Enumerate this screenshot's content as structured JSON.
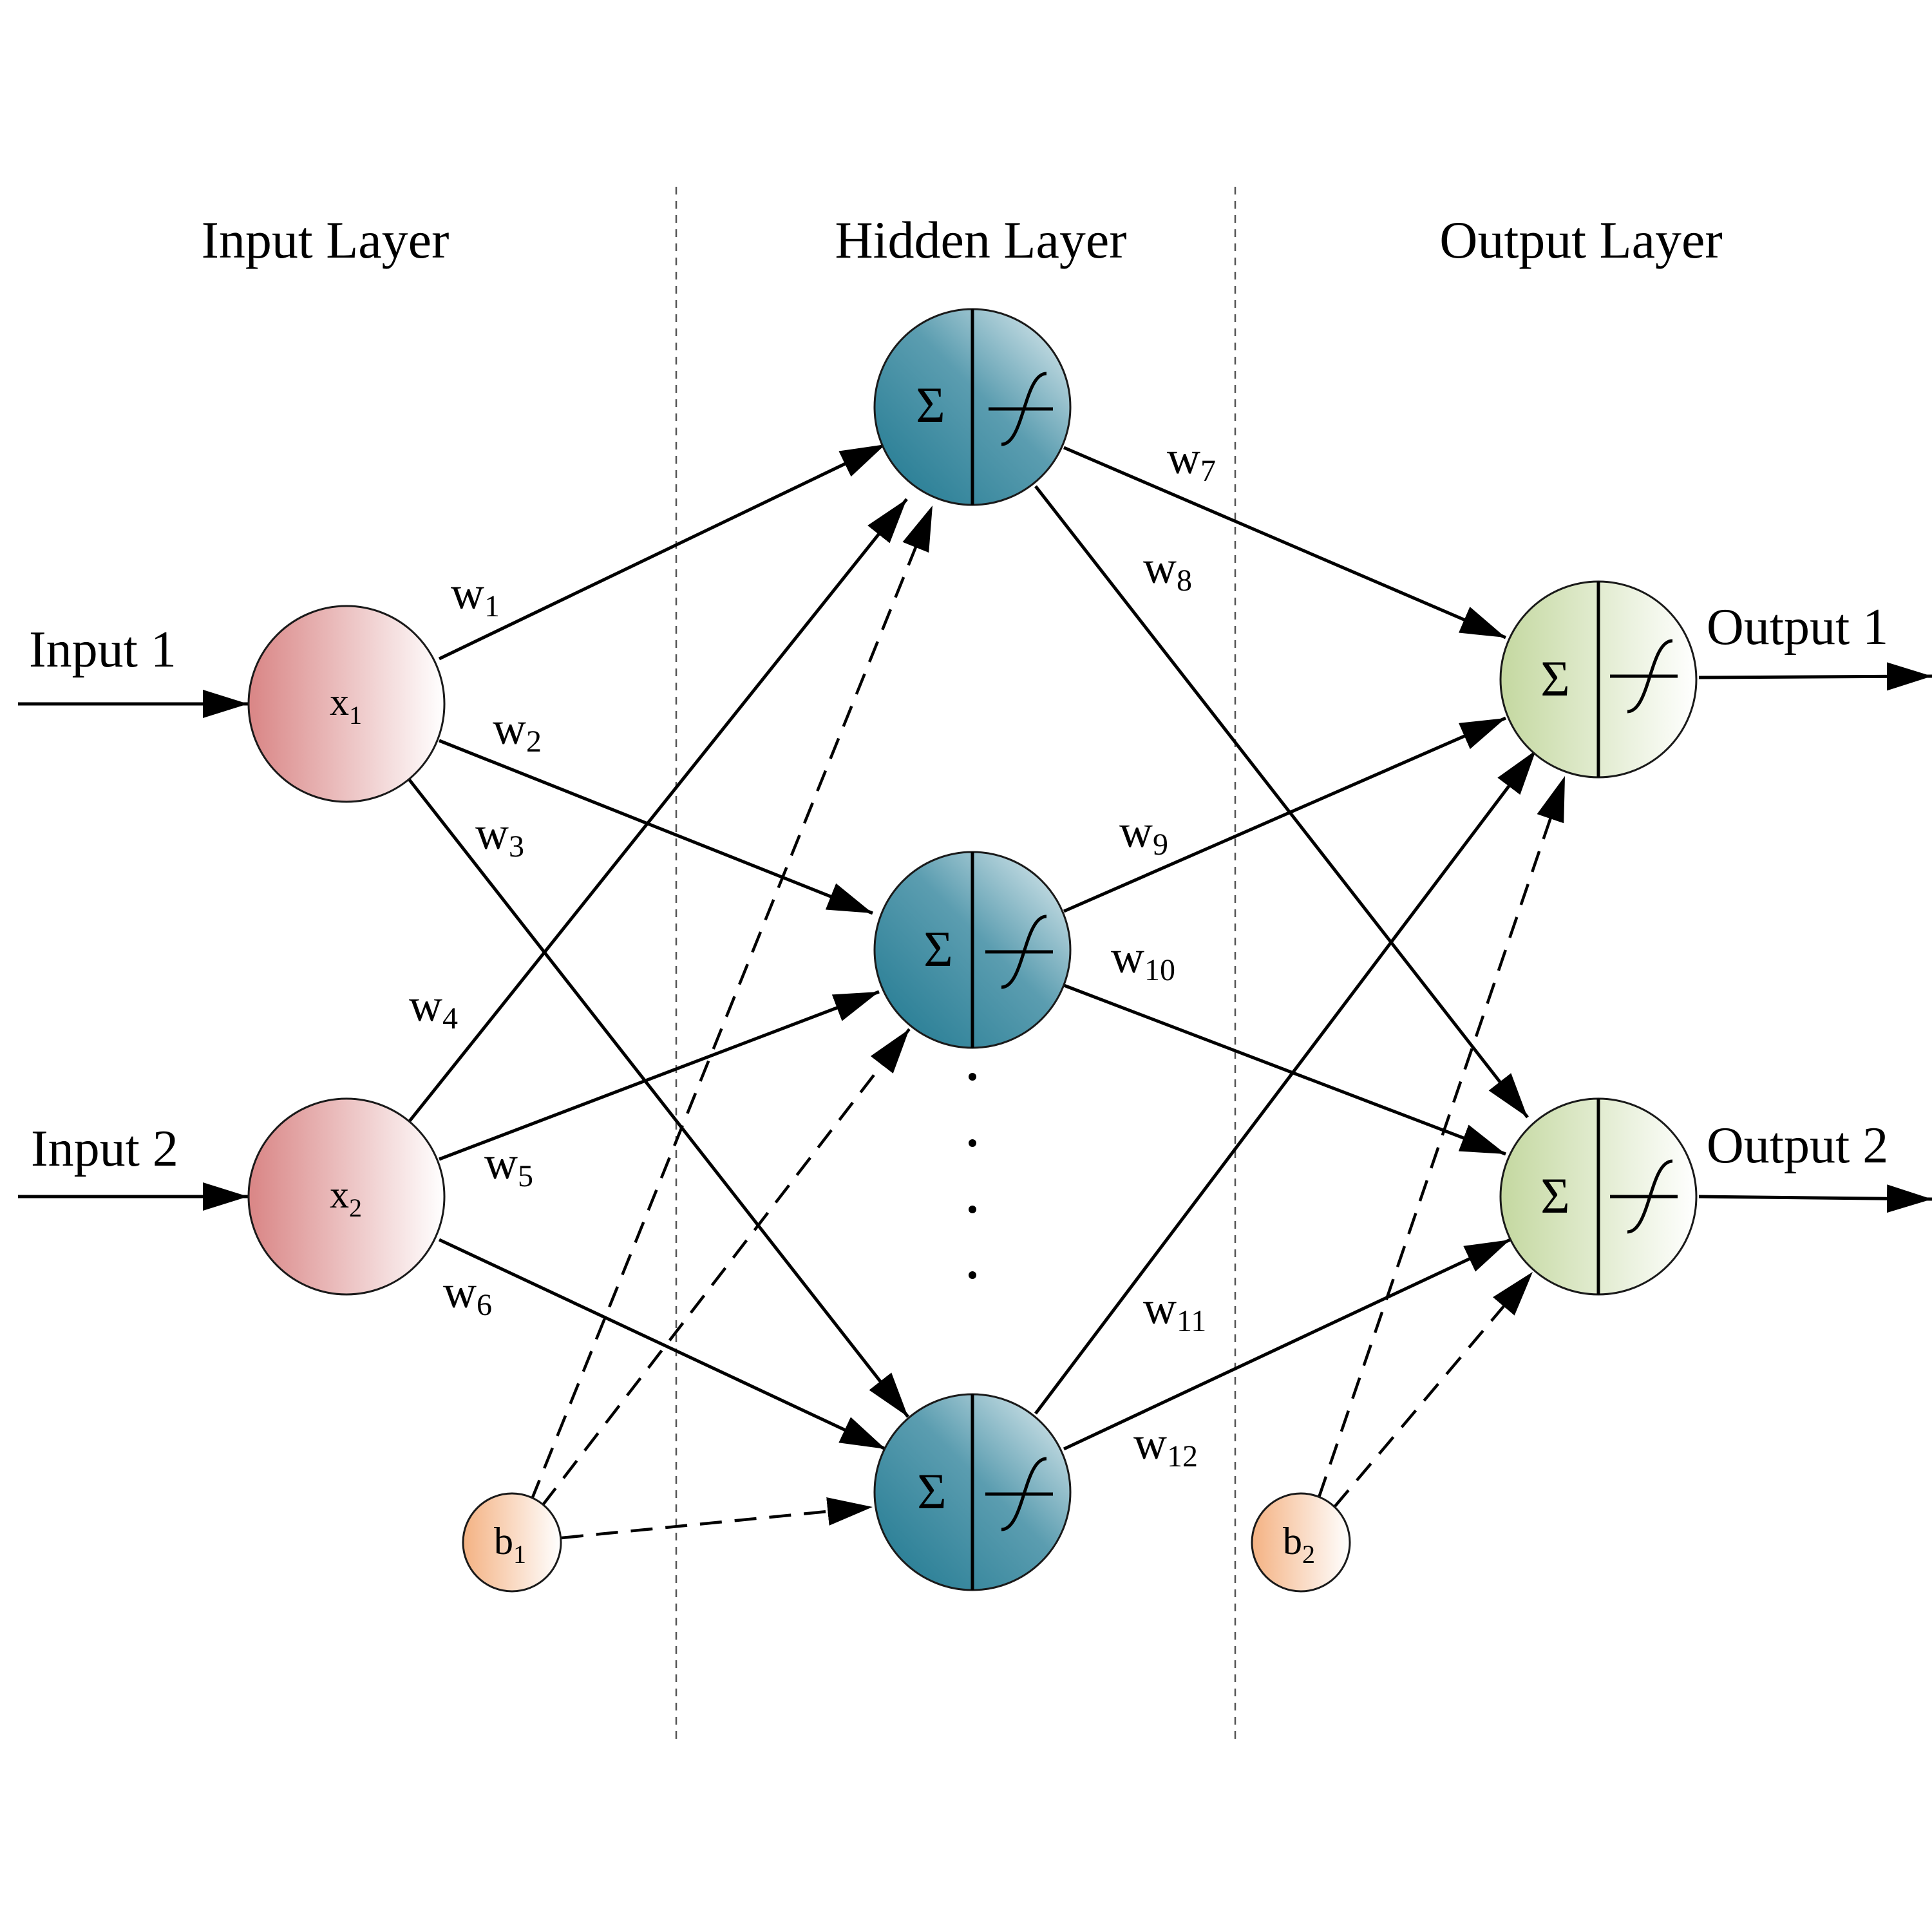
{
  "layers": {
    "input": "Input Layer",
    "hidden": "Hidden Layer",
    "output": "Output Layer"
  },
  "inputs": [
    {
      "label": "Input 1",
      "node": "x",
      "sub": "1"
    },
    {
      "label": "Input 2",
      "node": "x",
      "sub": "2"
    }
  ],
  "outputs": [
    {
      "label": "Output 1"
    },
    {
      "label": "Output 2"
    }
  ],
  "biases": [
    {
      "node": "b",
      "sub": "1"
    },
    {
      "node": "b",
      "sub": "2"
    }
  ],
  "sum_symbol": "Σ",
  "ellipsis": "· · · ·",
  "weights": [
    {
      "id": "w1",
      "base": "w",
      "sub": "1"
    },
    {
      "id": "w2",
      "base": "w",
      "sub": "2"
    },
    {
      "id": "w3",
      "base": "w",
      "sub": "3"
    },
    {
      "id": "w4",
      "base": "w",
      "sub": "4"
    },
    {
      "id": "w5",
      "base": "w",
      "sub": "5"
    },
    {
      "id": "w6",
      "base": "w",
      "sub": "6"
    },
    {
      "id": "w7",
      "base": "w",
      "sub": "7"
    },
    {
      "id": "w8",
      "base": "w",
      "sub": "8"
    },
    {
      "id": "w9",
      "base": "w",
      "sub": "9"
    },
    {
      "id": "w10",
      "base": "w",
      "sub": "10"
    },
    {
      "id": "w11",
      "base": "w",
      "sub": "11"
    },
    {
      "id": "w12",
      "base": "w",
      "sub": "12"
    }
  ],
  "colors": {
    "input_node": "#d98888",
    "hidden_node": "#2b7f95",
    "output_node": "#c6d9a4",
    "bias_node": "#f5b98c"
  }
}
